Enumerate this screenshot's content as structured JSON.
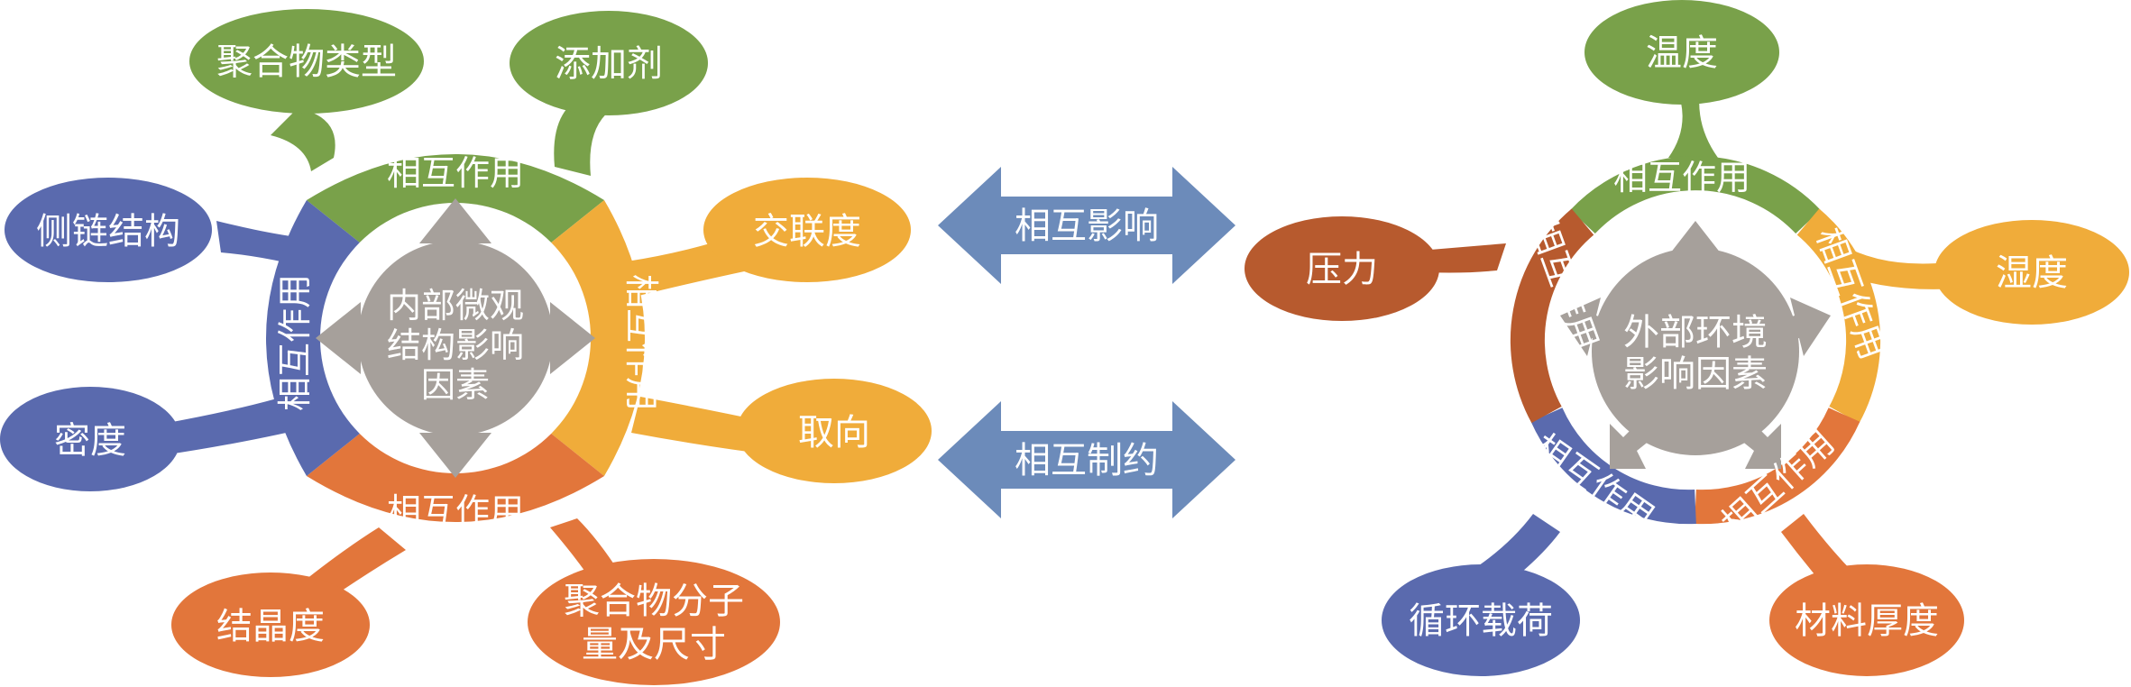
{
  "colors": {
    "green": "#79A14A",
    "blue": "#5A6AAE",
    "orange": "#F0AC3A",
    "dark_orange": "#E2763B",
    "rust": "#B75A2E",
    "gray": "#A6A09B",
    "arrow_blue": "#6C8BBA",
    "text": "#ffffff"
  },
  "left_diagram": {
    "center": "内部微观结构影响因素",
    "center_lines": [
      "内部微观",
      "结构影响",
      "因素"
    ],
    "ring_labels": {
      "top": "相互作用",
      "right": "相互作用",
      "bottom": "相互作用",
      "left": "相互作用"
    },
    "factors": {
      "polymer_type": "聚合物类型",
      "additive": "添加剂",
      "side_chain": "侧链结构",
      "crosslink": "交联度",
      "density": "密度",
      "orientation": "取向",
      "crystallinity": "结晶度",
      "molecular_weight_lines": [
        "聚合物分子",
        "量及尺寸"
      ]
    }
  },
  "middle_arrows": {
    "upper": "相互影响",
    "lower": "相互制约"
  },
  "right_diagram": {
    "center_lines": [
      "外部环境",
      "影响因素"
    ],
    "ring_labels": {
      "top": "相互作用",
      "right": "相互作用",
      "lower_right": "相互作用",
      "lower_left": "相互作用",
      "left": "相互作用"
    },
    "factors": {
      "temperature": "温度",
      "humidity": "湿度",
      "pressure": "压力",
      "cyclic_load": "循环载荷",
      "thickness": "材料厚度"
    }
  }
}
